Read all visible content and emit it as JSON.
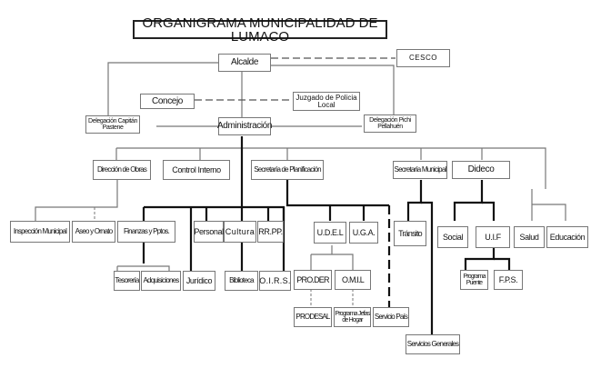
{
  "title": "ORGANIGRAMA MUNICIPALIDAD DE LUMACO",
  "nodes": {
    "alcalde": "Alcalde",
    "cesco": "CESCO",
    "concejo": "Concejo",
    "juzgado": "Juzgado de Policia Local",
    "delegacion_pastene": "Delegación Capitán Pastene",
    "administracion": "Administración",
    "delegacion_pichi": "Delegación Pichi Pellahuén",
    "direccion_obras": "Dirección de Obras",
    "control_interno": "Control Interno",
    "secplan": "Secretaría de Planificación",
    "secretaria_municipal": "Secretaría Municipal",
    "dideco": "Dideco",
    "inspeccion": "Inspección Municipal",
    "aseo": "Aseo y Ornato",
    "finanzas": "Finanzas y Pptos.",
    "personal": "Personal",
    "cultura": "Cultura",
    "rrpp": "RR.PP.",
    "udel": "U.D.E.L",
    "uga": "U.G.A.",
    "transito": "Tránsito",
    "social": "Social",
    "uif": "U.I.F",
    "salud": "Salud",
    "educacion": "Educación",
    "tesoreria": "Tesorería",
    "adquisiciones": "Adquisiciones",
    "juridico": "Jurídico",
    "biblioteca": "Biblioteca",
    "oirs": "O.I.R.S.",
    "proder": "PRO.DER",
    "omil": "O.M.I.L",
    "prodesal": "PRODESAL",
    "jefas_hogar": "Programa Jefas de Hogar",
    "servicio_pais": "Servicio País",
    "servicios_generales": "Servicios Generales",
    "programa_puente": "Programa Puente",
    "fps": "F.P.S."
  }
}
